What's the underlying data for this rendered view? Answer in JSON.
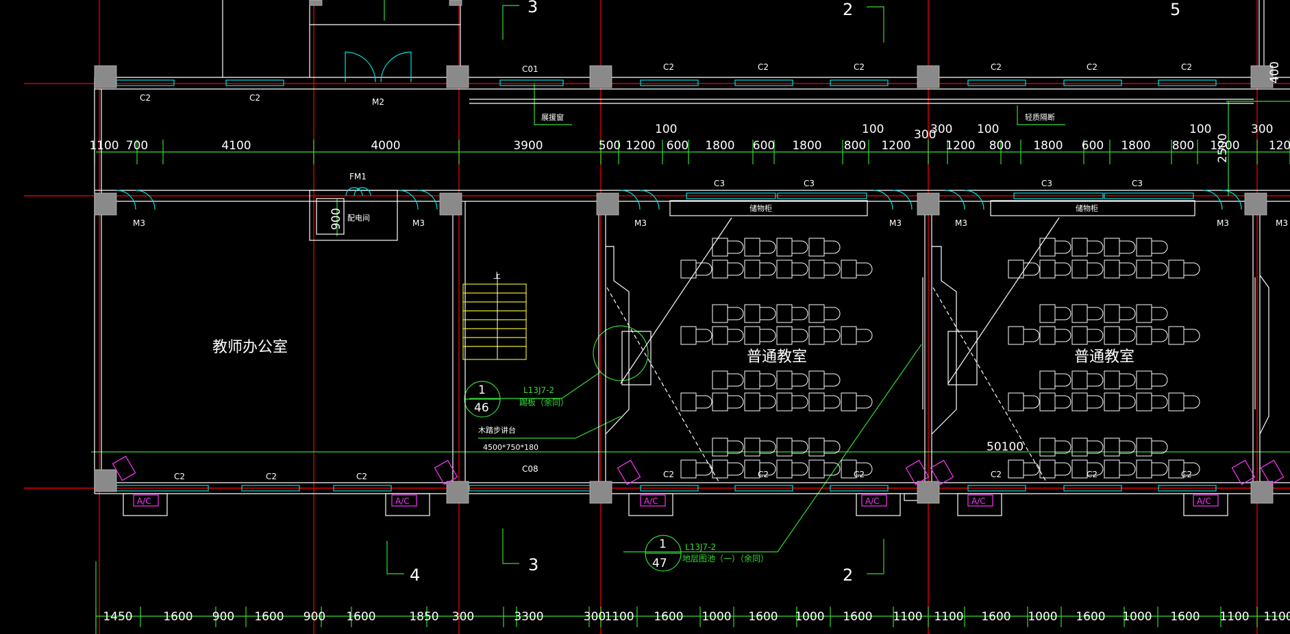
{
  "colors": {
    "background": "#000000",
    "axis": "#dd0000",
    "wall": "#ffffff",
    "window": "#00e0e0",
    "dimension": "#33dd33",
    "column": "#8a8a8a",
    "stair": "#e6e62e",
    "ac": "#ff33ff"
  },
  "section_marks": {
    "top": [
      "3",
      "2",
      "5"
    ],
    "bottom": [
      "4",
      "3",
      "2"
    ]
  },
  "dims_top": {
    "segments": [
      "1100",
      "700",
      "4100",
      "4000",
      "3900",
      "500",
      "1200",
      "600",
      "1800",
      "600",
      "1800",
      "800",
      "1200",
      "1200",
      "800",
      "1800",
      "600",
      "1800",
      "800",
      "1200",
      "120"
    ],
    "small": [
      "100",
      "100",
      "300",
      "100",
      "100",
      "300",
      "300"
    ],
    "vertical": [
      "400",
      "2500",
      "900"
    ]
  },
  "dims_bottom": {
    "segments": [
      "1450",
      "1600",
      "900",
      "1600",
      "900",
      "1600",
      "1850",
      "300",
      "3300",
      "300",
      "1100",
      "1600",
      "1000",
      "1600",
      "1000",
      "1600",
      "1100",
      "1100",
      "1600",
      "1000",
      "1600",
      "1000",
      "1600",
      "1100",
      "1100"
    ],
    "overall": "50100"
  },
  "labels": {
    "c2": "C2",
    "c3": "C3",
    "c01": "C01",
    "c08": "C08",
    "m2": "M2",
    "m3": "M3",
    "fm1": "FM1",
    "peidian": "配电间",
    "storage": "储物柜",
    "stair_up": "上",
    "ac": "A/C",
    "sill": "展援窗",
    "partition": "轻质隔断",
    "podium": "木踏步讲台",
    "podium_size": "4500*750*180"
  },
  "rooms": {
    "office": "教师办公室",
    "classroom1": "普通教室",
    "classroom2": "普通教室"
  },
  "callouts": {
    "c1": {
      "num": "1",
      "sheet": "46",
      "ref": "L13J7-2",
      "desc": "踢板（余同）"
    },
    "c2": {
      "num": "1",
      "sheet": "47",
      "ref": "L13J7-2",
      "desc": "地层图池（一）（余同）"
    }
  }
}
